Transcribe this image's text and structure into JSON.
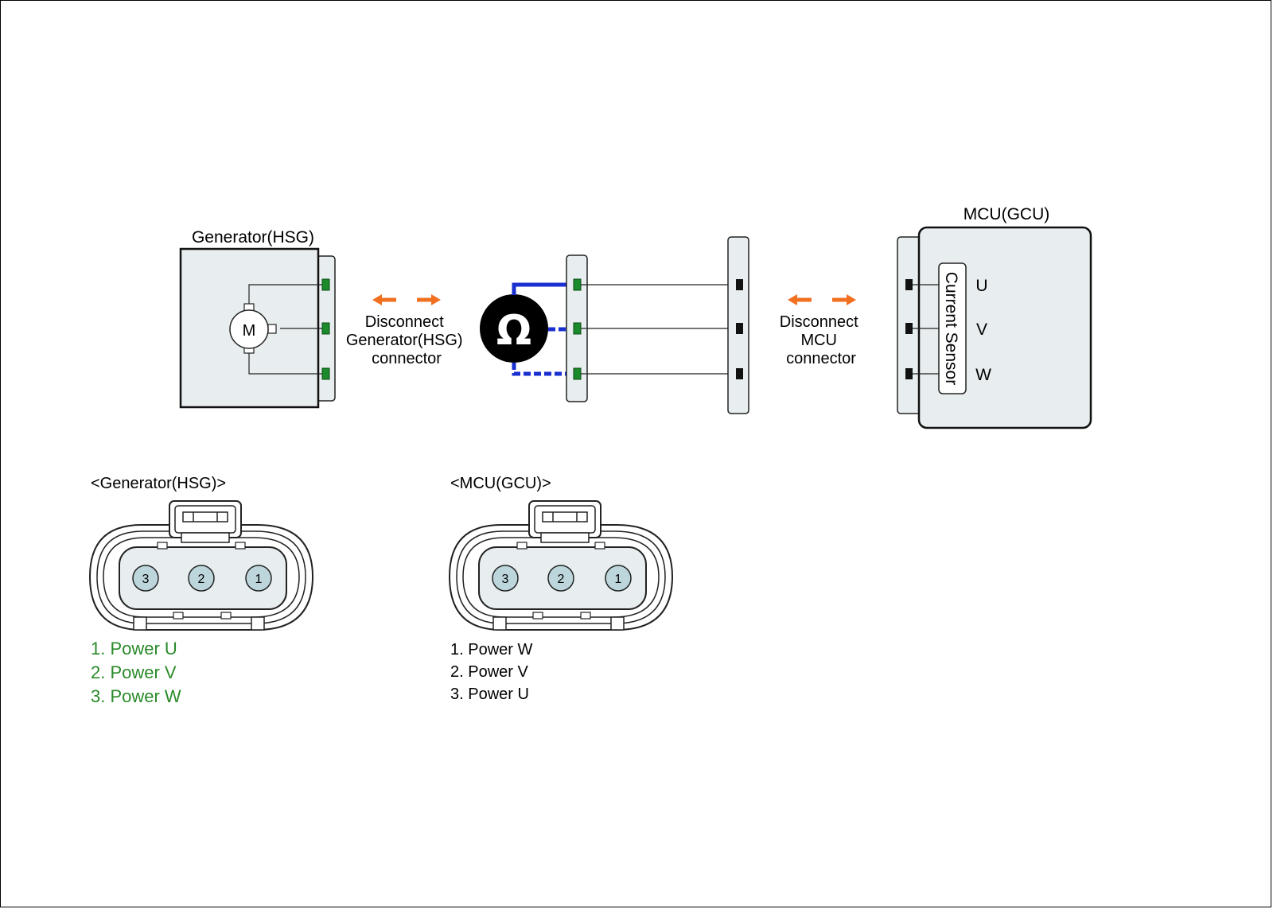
{
  "diagram": {
    "generator": {
      "title": "Generator(HSG)",
      "motor_label": "M"
    },
    "disconnect_generator": {
      "line1": "Disconnect",
      "line2": "Generator(HSG)",
      "line3": "connector"
    },
    "meter": {
      "symbol": "Ω"
    },
    "disconnect_mcu": {
      "line1": "Disconnect",
      "line2": "MCU",
      "line3": "connector"
    },
    "mcu": {
      "title": "MCU(GCU)",
      "sensor_label": "Current Sensor",
      "phases": [
        "U",
        "V",
        "W"
      ]
    }
  },
  "connectors": {
    "generator": {
      "title": "<Generator(HSG)>",
      "pins": [
        "3",
        "2",
        "1"
      ],
      "pin_list": [
        "1. Power U",
        "2. Power V",
        "3. Power W"
      ],
      "text_color": "#2a8a2a"
    },
    "mcu": {
      "title": "<MCU(GCU)>",
      "pins": [
        "3",
        "2",
        "1"
      ],
      "pin_list": [
        "1. Power W",
        "2. Power V",
        "3. Power U"
      ],
      "text_color": "#000000"
    }
  },
  "colors": {
    "box_fill": "#e8eeef",
    "pin_green": "#1a8a2a",
    "probe_blue": "#1a2fd0",
    "arrow_orange": "#f07020",
    "pin_circle": "#bcd6dc"
  }
}
